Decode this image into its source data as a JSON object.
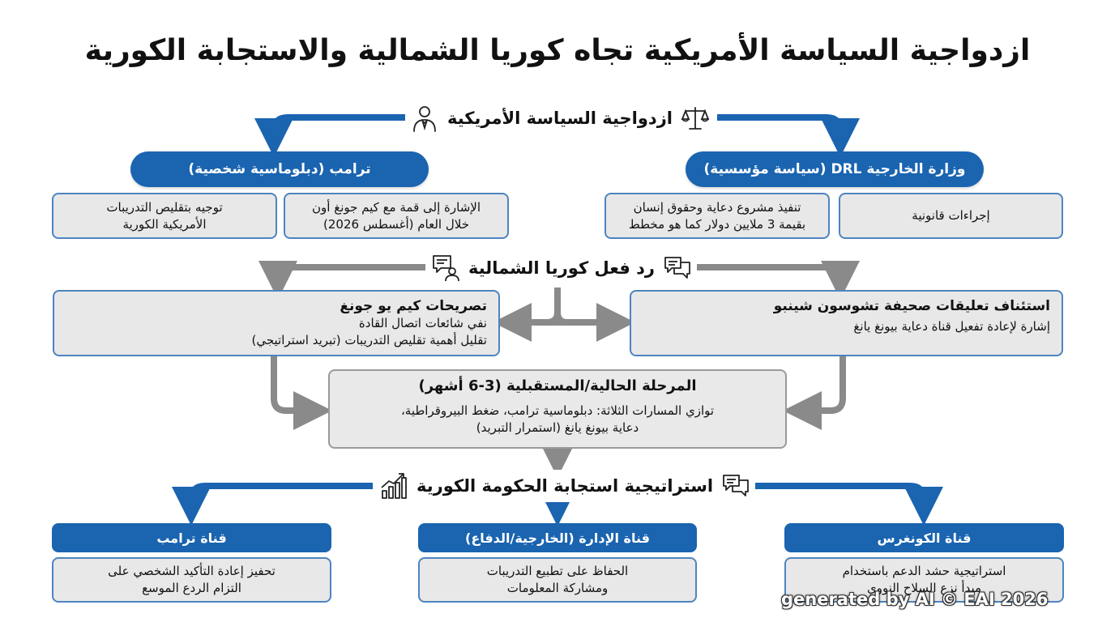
{
  "title": "ازدواجية السياسة الأمريكية تجاه كوريا الشمالية والاستجابة الكورية",
  "colors": {
    "accent_blue": "#1a64b0",
    "box_fill": "#e8e8e8",
    "box_border": "#4d84c0",
    "gray_arrow": "#8a8a8a"
  },
  "us_policy": {
    "label": "ازدواجية السياسة الأمريكية",
    "icons": [
      "scales-icon",
      "businessman-icon"
    ],
    "state_department": {
      "label": "وزارة الخارجية DRL (سياسة مؤسسية)",
      "items": [
        {
          "line1": "إجراءات قانونية",
          "line2": ""
        },
        {
          "line1": "تنفيذ مشروع دعاية وحقوق إنسان",
          "line2": "بقيمة 3 ملايين دولار كما هو مخطط"
        }
      ]
    },
    "trump": {
      "label": "ترامب (دبلوماسية شخصية)",
      "items": [
        {
          "line1": "الإشارة إلى قمة مع كيم جونغ أون",
          "line2": "خلال العام (أغسطس 2026)"
        },
        {
          "line1": "توجيه بتقليص التدريبات",
          "line2": "الأمريكية الكورية"
        }
      ]
    }
  },
  "nk_reaction": {
    "label": "رد فعل كوريا الشمالية",
    "icons": [
      "chat-bubbles-icon",
      "chat-person-icon"
    ],
    "rodong": {
      "heading": "استئناف تعليقات صحيفة تشوسون شينبو",
      "line1": "إشارة لإعادة تفعيل قناة دعاية بيونغ يانغ"
    },
    "kim_yo_jong": {
      "heading": "تصريحات كيم يو جونغ",
      "line1": "نفي شائعات اتصال القادة",
      "line2": "تقليل أهمية تقليص التدريبات (تبريد استراتيجي)"
    }
  },
  "current_phase": {
    "heading": "المرحلة الحالية/المستقبلية (3-6 أشهر)",
    "line1": "توازي المسارات الثلاثة: دبلوماسية ترامب، ضغط البيروقراطية،",
    "line2": "دعاية بيونغ يانغ (استمرار التبريد)"
  },
  "korea_strategy": {
    "label": "استراتيجية استجابة الحكومة الكورية",
    "icons": [
      "chat-bubbles-icon",
      "growth-chart-icon"
    ],
    "channels": [
      {
        "title": "قناة الكونغرس",
        "line1": "استراتيجية حشد الدعم باستخدام",
        "line2": "مبدأ نزع السلاح النووي"
      },
      {
        "title": "قناة الإدارة (الخارجية/الدفاع)",
        "line1": "الحفاظ على تطبيع التدريبات",
        "line2": "ومشاركة المعلومات"
      },
      {
        "title": "قناة ترامب",
        "line1": "تحفيز إعادة التأكيد الشخصي على",
        "line2": "التزام الردع الموسع"
      }
    ]
  },
  "watermark": "generated by AI © EAI 2026"
}
